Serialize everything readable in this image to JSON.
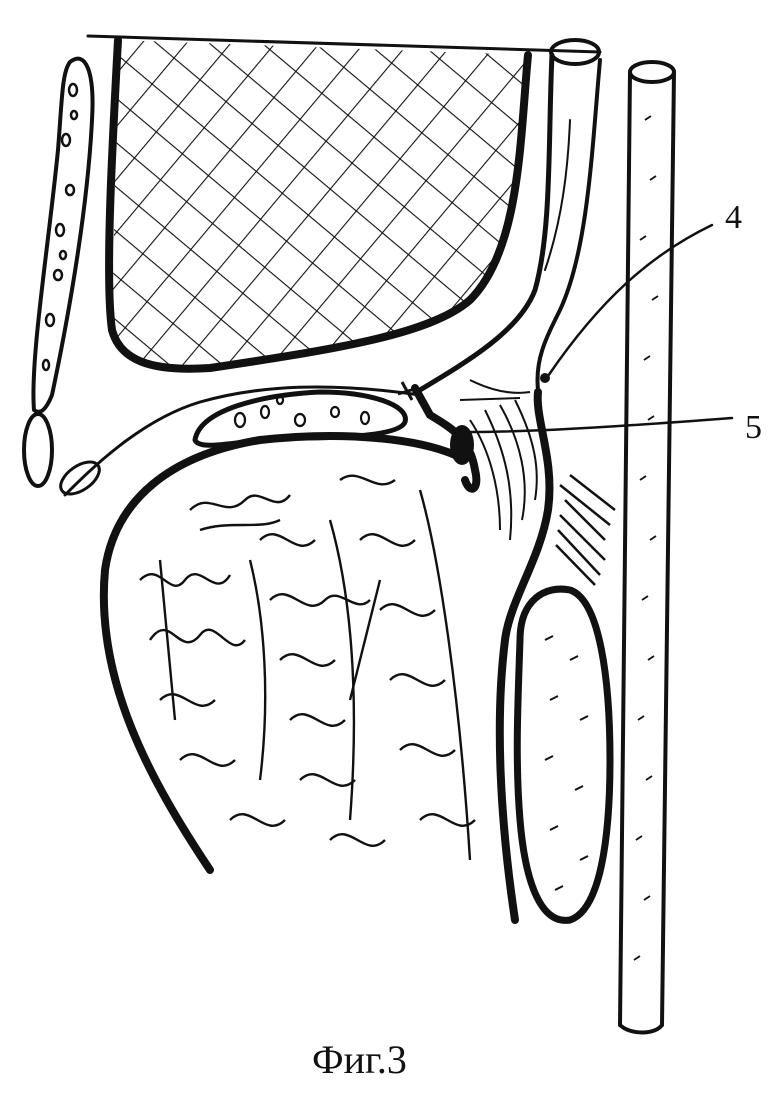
{
  "figure": {
    "caption": "Фиг.3",
    "labels": [
      {
        "id": "4",
        "text": "4"
      },
      {
        "id": "5",
        "text": "5"
      }
    ]
  },
  "colors": {
    "ink": "#111111",
    "background": "#ffffff"
  }
}
